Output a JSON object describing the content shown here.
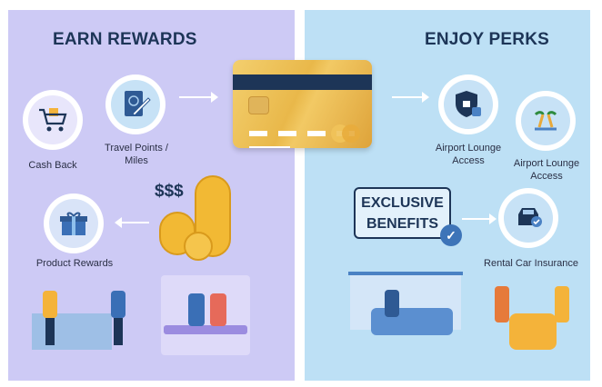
{
  "left_panel": {
    "title": "EARN REWARDS",
    "background": "#cdcaf5",
    "items": [
      {
        "label": "Cash Back",
        "icon": "shopping-cart-icon"
      },
      {
        "label": "Travel Points / Miles",
        "icon": "passport-plane-icon"
      },
      {
        "label": "Product Rewards",
        "icon": "gift-box-icon"
      }
    ],
    "coins_text": "$$$",
    "scenes": [
      "cashier-counter-scene",
      "couple-on-bench-scene"
    ]
  },
  "right_panel": {
    "title": "ENJOY PERKS",
    "background": "#bde0f5",
    "items": [
      {
        "label": "Airport Lounge Access",
        "icon": "shield-lock-icon"
      },
      {
        "label": "Airport Lounge Access",
        "icon": "palm-tree-lounge-icon"
      },
      {
        "label": "Rental Car Insurance",
        "icon": "car-check-icon"
      }
    ],
    "benefits_box": {
      "line1": "EXCLUSIVE",
      "line2": "BENEFITS"
    },
    "scenes": [
      "lounge-sofa-scene",
      "car-key-handover-scene"
    ]
  },
  "card": {
    "colors": {
      "gold": "#e9b84a",
      "stripe": "#1d3557"
    }
  },
  "colors": {
    "title": "#1d3557",
    "accent_blue": "#3d74b8",
    "coin_gold": "#f2b934"
  }
}
